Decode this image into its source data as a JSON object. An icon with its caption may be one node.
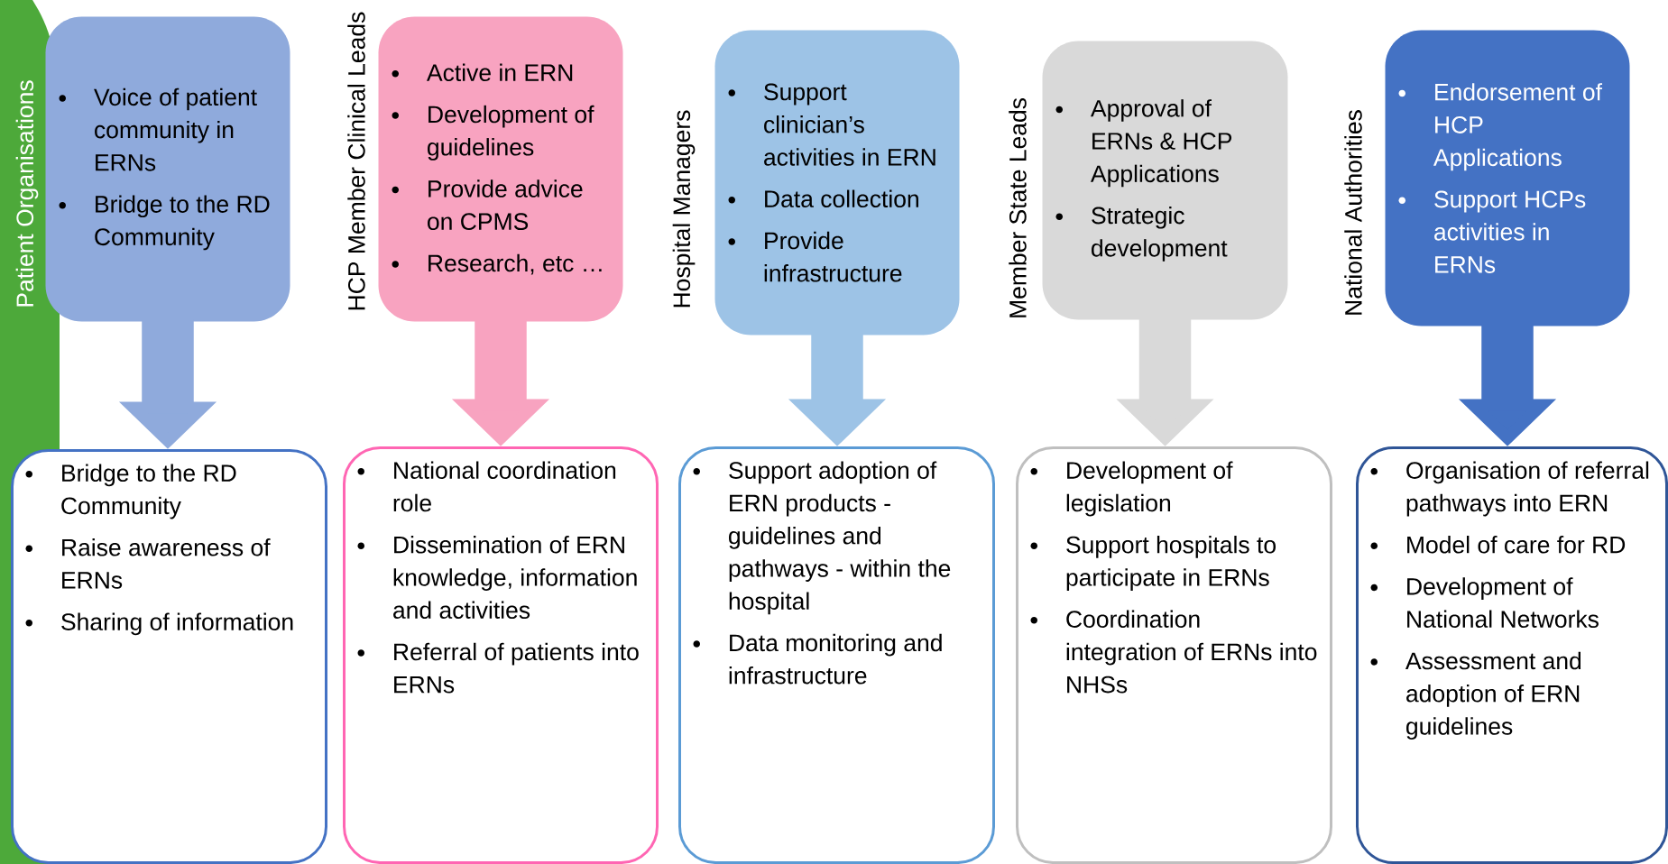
{
  "diagram": {
    "nodes": [
      {
        "text": [
          "Patient Organisations",
          "Voice of patient community in ERNs",
          "Bridge to the RD Community"
        ]
      },
      {
        "text": [
          "Bridge to the RD Community",
          "Raise awareness of ERNs",
          "Sharing of information"
        ]
      },
      {
        "text": [
          "HCP Member Clinical Leads",
          "Active in ERN",
          "Development of guidelines",
          "Provide advice on CPMS",
          "Research, etc …"
        ]
      },
      {
        "text": [
          "National coordination role",
          "Dissemination of ERN knowledge, information and activities",
          "Referral of patients into ERNs"
        ]
      },
      {
        "text": [
          "Hospital Managers",
          "Support clinician’s activities in ERN",
          "Data collection",
          "Provide infrastructure"
        ]
      },
      {
        "text": [
          "Support adoption of ERN products - guidelines and pathways - within the hospital",
          "Data monitoring and infrastructure"
        ]
      },
      {
        "text": [
          "Member State Leads",
          "Approval of ERNs & HCP Applications",
          "Strategic development"
        ]
      },
      {
        "text": [
          "Development of legislation",
          "Support hospitals to participate in ERNs",
          "Coordination integration of ERNs into NHSs"
        ]
      },
      {
        "text": [
          "National Authorities",
          "Endorsement of HCP Applications",
          "Support HCPs activities in ERNs"
        ]
      },
      {
        "text": [
          "Organisation of referral pathways into ERN",
          "Model of care for RD",
          "Development of National Networks",
          "Assessment and adoption of ERN guidelines"
        ]
      }
    ],
    "edges": [
      {
        "from": 0,
        "to": 1,
        "arrow": "to",
        "color": "#8faadc"
      },
      {
        "from": 2,
        "to": 3,
        "arrow": "to",
        "color": "#f8a3c0"
      },
      {
        "from": 4,
        "to": 5,
        "arrow": "to",
        "color": "#9dc3e6"
      },
      {
        "from": 6,
        "to": 7,
        "arrow": "to",
        "color": "#d9d9d9"
      },
      {
        "from": 8,
        "to": 9,
        "arrow": "to",
        "color": "#4472c4"
      }
    ]
  }
}
